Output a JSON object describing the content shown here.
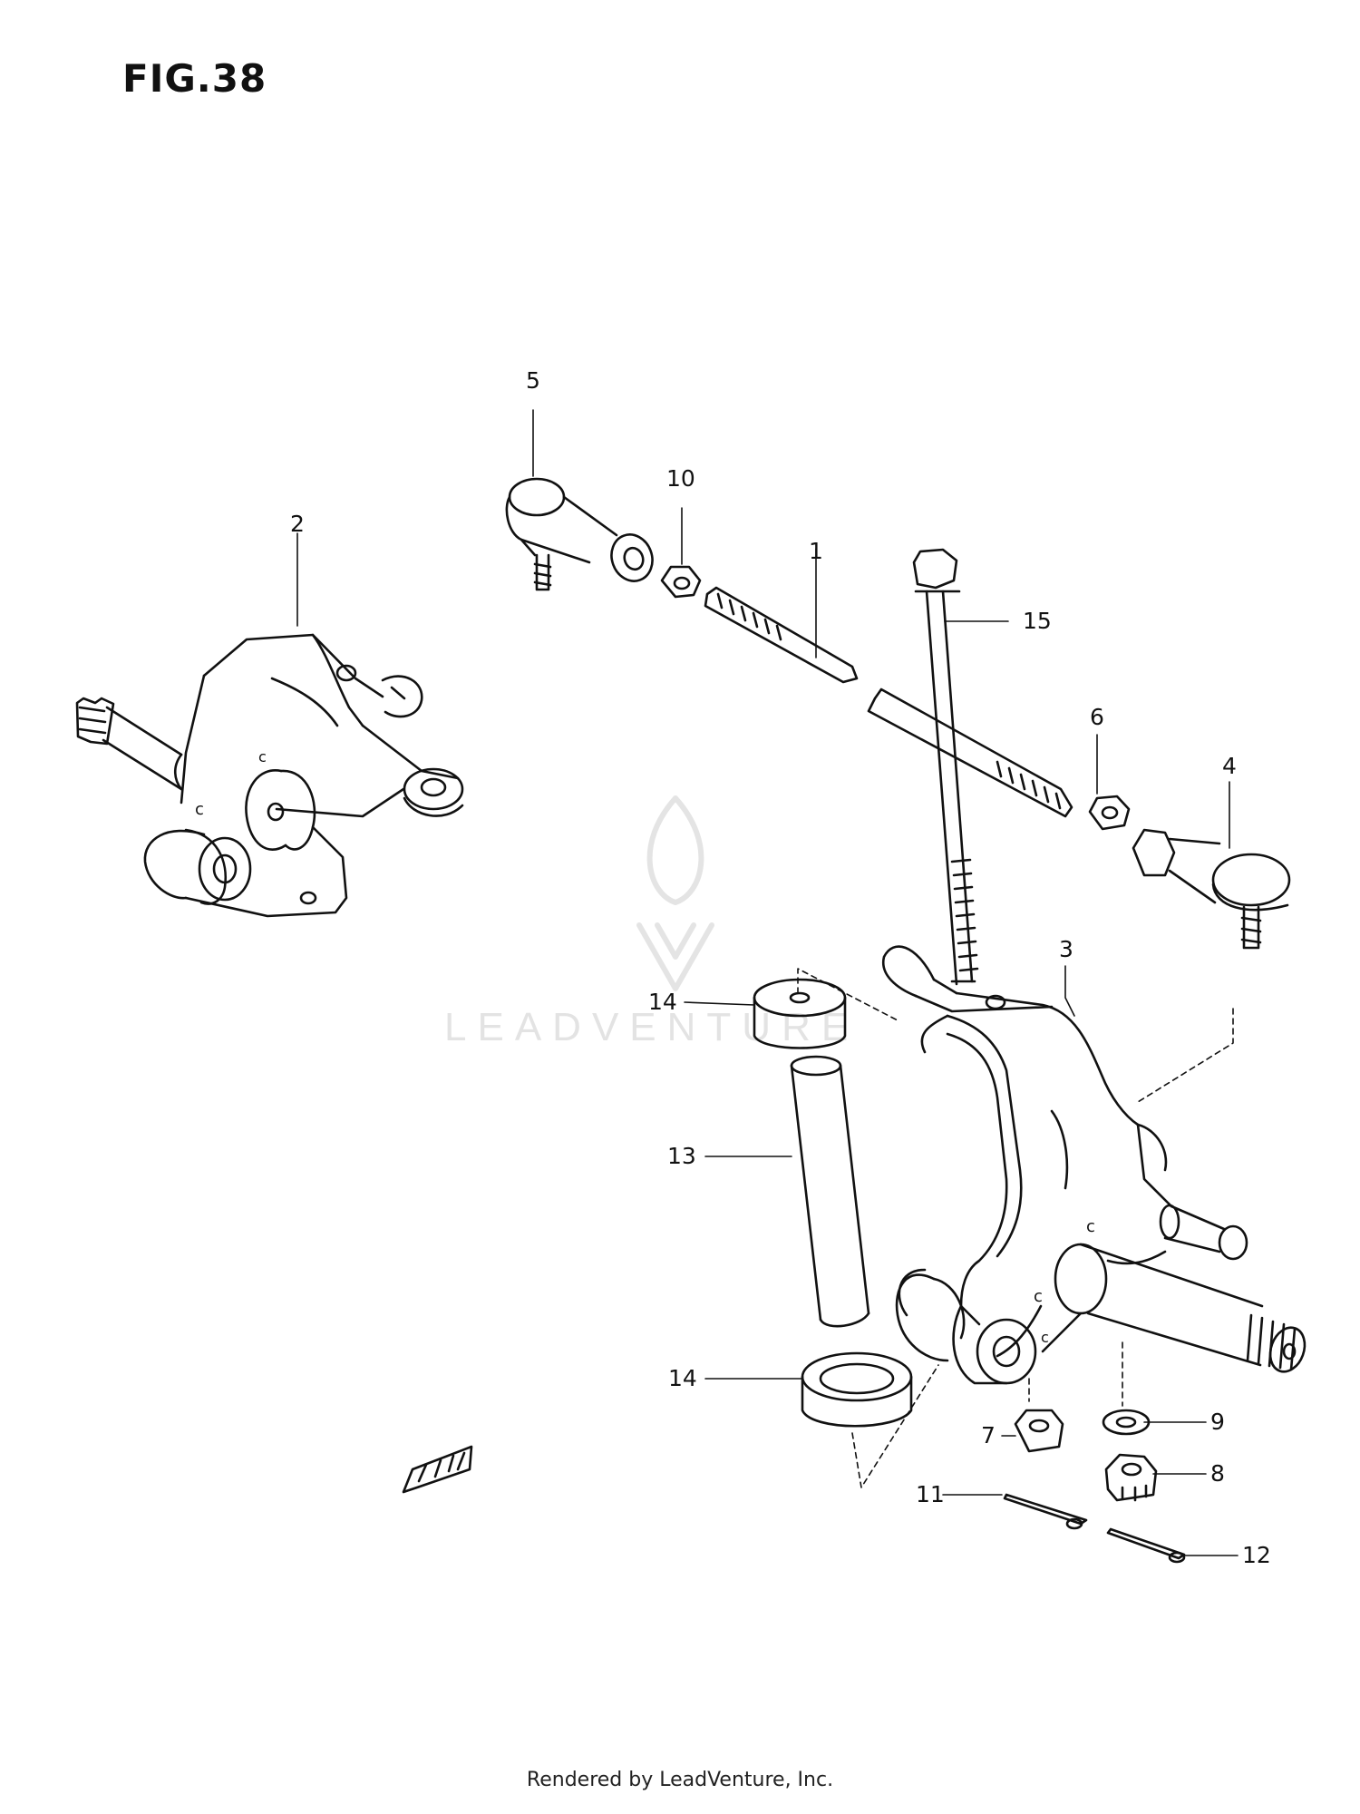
{
  "figure": {
    "title": "FIG.38"
  },
  "callouts": {
    "c1": "1",
    "c2": "2",
    "c3": "3",
    "c4": "4",
    "c5": "5",
    "c6": "6",
    "c7": "7",
    "c8": "8",
    "c9": "9",
    "c10": "10",
    "c11": "11",
    "c12": "12",
    "c13": "13",
    "c14a": "14",
    "c14b": "14",
    "c15": "15"
  },
  "watermark": {
    "text": "LEADVENTURE"
  },
  "footer": {
    "text": "Rendered by LeadVenture, Inc."
  }
}
